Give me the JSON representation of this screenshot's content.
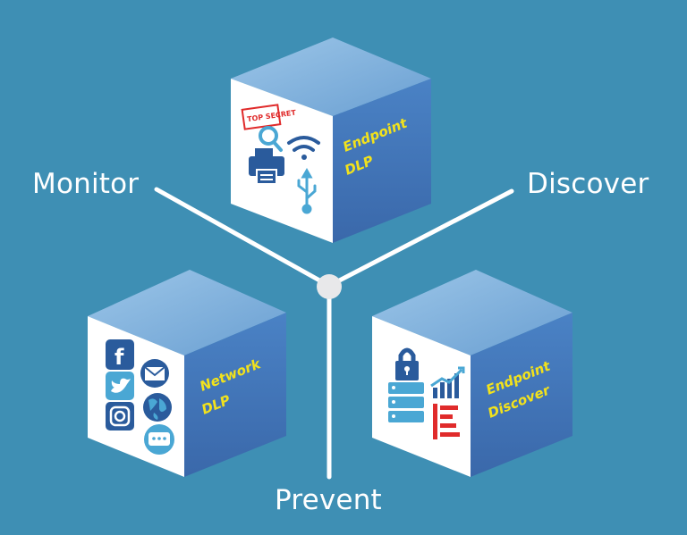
{
  "labels": {
    "monitor": "Monitor",
    "discover": "Discover",
    "prevent": "Prevent"
  },
  "cubes": {
    "endpoint_dlp": {
      "line1": "Endpoint",
      "line2": "DLP",
      "badge": "TOP SECRET"
    },
    "network_dlp": {
      "line1": "Network",
      "line2": "DLP"
    },
    "endpoint_discover": {
      "line1": "Endpoint",
      "line2": "Discover"
    }
  },
  "colors": {
    "background": "#3e8fb4",
    "cube_top": "#86b7df",
    "cube_side": "#3f75bb",
    "cube_front": "#ffffff",
    "label_text": "#f2e21c",
    "lines": "#ffffff",
    "icon_dark": "#2a5b9c",
    "icon_light": "#4aa7d4",
    "icon_red": "#e02b2b"
  },
  "icons": [
    "top-secret-search-icon",
    "wifi-icon",
    "printer-icon",
    "usb-icon",
    "facebook-icon",
    "email-icon",
    "twitter-icon",
    "globe-icon",
    "instagram-icon",
    "chat-icon",
    "lock-icon",
    "server-icon",
    "chart-icon",
    "document-icon"
  ]
}
